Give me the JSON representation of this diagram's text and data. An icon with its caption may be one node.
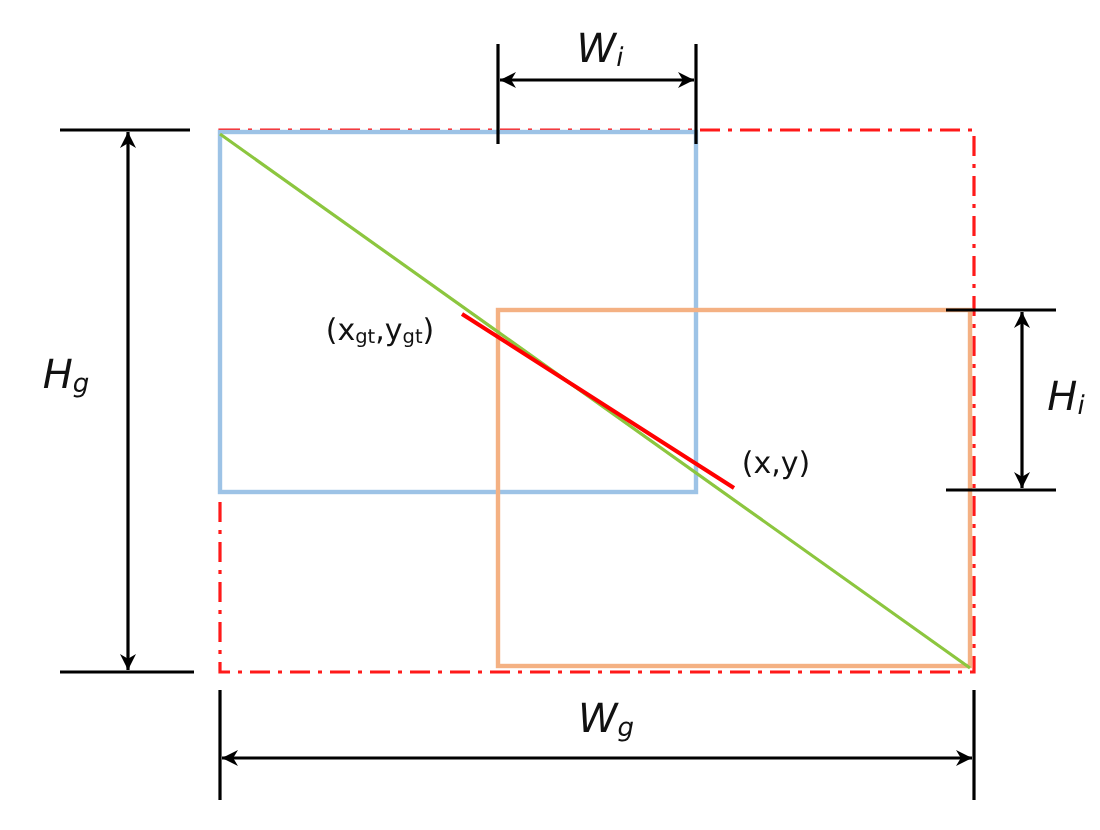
{
  "diagram": {
    "labels": [
      "W$_{i}$",
      "H$_{g}$",
      "(x$_{gt}$,y$_{gt}$)",
      "H$_{i}$",
      "(x,y)",
      "W$_{g}$"
    ]
  }
}
